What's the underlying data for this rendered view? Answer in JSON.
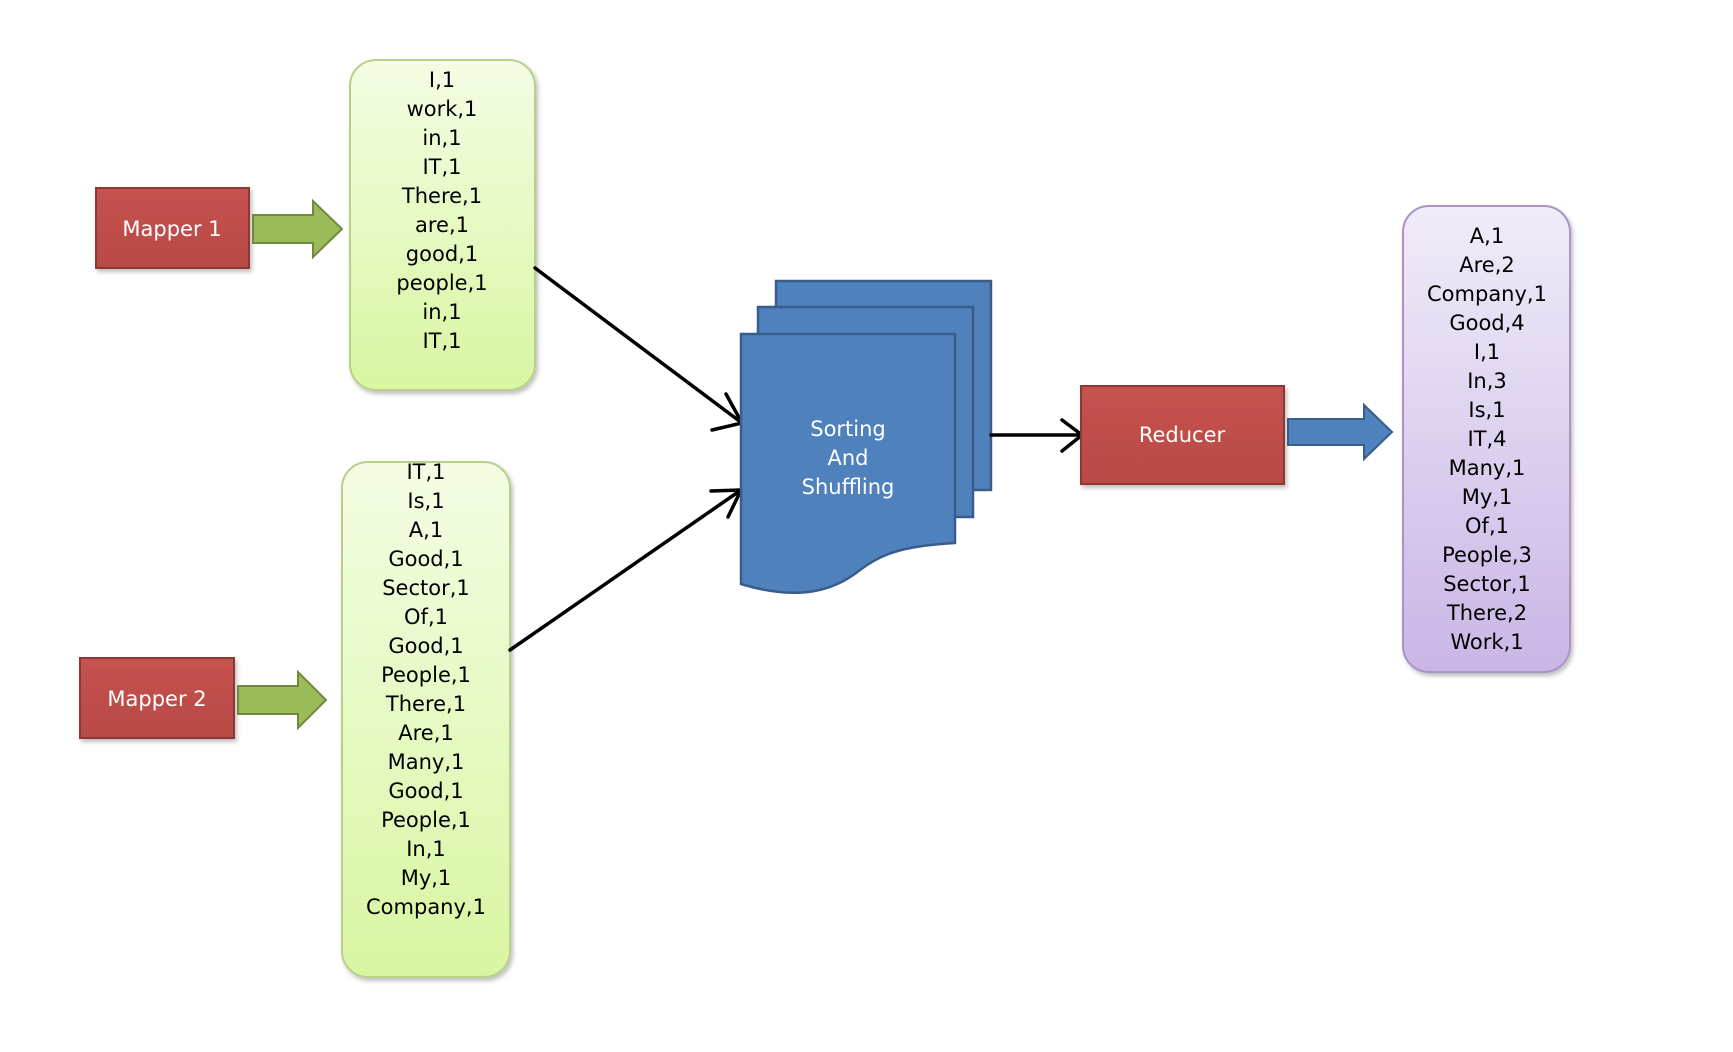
{
  "colors": {
    "red_box": "#c0504d",
    "red_border": "#8c3836",
    "green_arrow": "#9bbb59",
    "green_arrow_border": "#71893f",
    "green_list_top": "#f4fde4",
    "green_list_bottom": "#d8f6a2",
    "green_list_border": "#b9d08b",
    "purple_list_top": "#f1ecf8",
    "purple_list_bottom": "#c9b6e6",
    "purple_list_border": "#a994c8",
    "blue_shape": "#4f81bd",
    "blue_border": "#385d8a",
    "connector": "#000000"
  },
  "mapper1": {
    "label": "Mapper 1",
    "output": [
      "I,1",
      "work,1",
      "in,1",
      "IT,1",
      "There,1",
      "are,1",
      "good,1",
      "people,1",
      "in,1",
      "IT,1"
    ]
  },
  "mapper2": {
    "label": "Mapper 2",
    "output": [
      "IT,1",
      "Is,1",
      "A,1",
      "Good,1",
      "Sector,1",
      "Of,1",
      "Good,1",
      "People,1",
      "There,1",
      "Are,1",
      "Many,1",
      "Good,1",
      "People,1",
      "In,1",
      "My,1",
      "Company,1"
    ]
  },
  "shuffle": {
    "lines": [
      "Sorting",
      "And",
      "Shuffling"
    ]
  },
  "reducer": {
    "label": "Reducer",
    "output": [
      "A,1",
      "Are,2",
      "Company,1",
      "Good,4",
      "I,1",
      "In,3",
      "Is,1",
      "IT,4",
      "Many,1",
      "My,1",
      "Of,1",
      "People,3",
      "Sector,1",
      "There,2",
      "Work,1"
    ]
  }
}
